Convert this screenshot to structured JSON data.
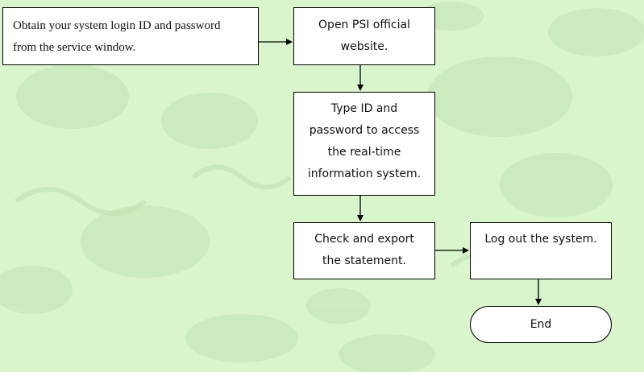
{
  "flowchart": {
    "steps": [
      {
        "text": "Obtain your system login ID and password\nfrom the service window."
      },
      {
        "text": "Open PSI official\nwebsite."
      },
      {
        "text": "Type ID and\npassword to access\nthe real-time\ninformation system."
      },
      {
        "text": "Check and export\nthe statement."
      },
      {
        "text": "Log out the system."
      }
    ],
    "end_label": "End"
  },
  "colors": {
    "background": "#d8f5cc",
    "background_pattern": "#c3e6b6",
    "box_fill": "#ffffff",
    "stroke": "#000000"
  }
}
